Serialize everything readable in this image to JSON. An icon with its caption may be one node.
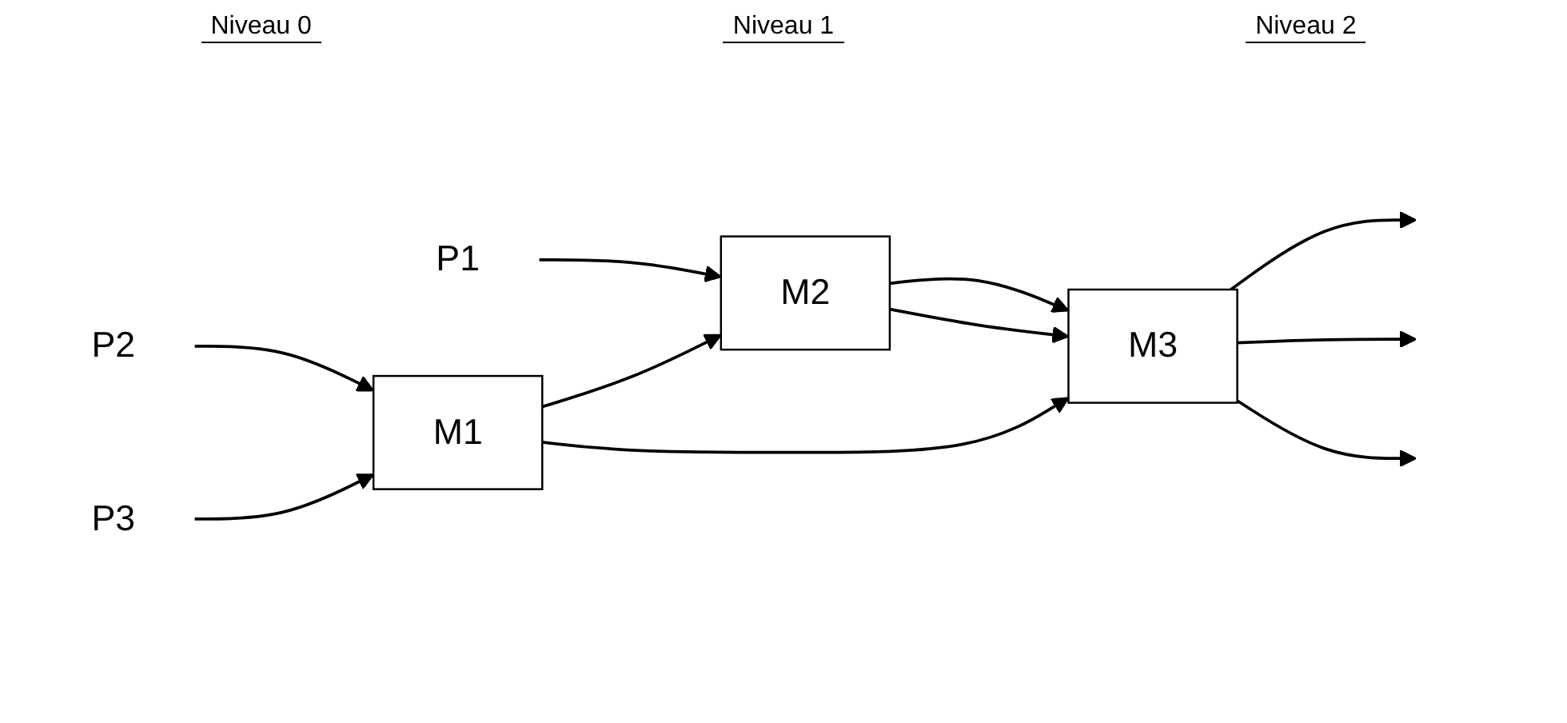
{
  "diagram": {
    "nodes": [
      {
        "text": [
          "P1"
        ]
      },
      {
        "text": [
          "P2"
        ]
      },
      {
        "text": [
          "P3"
        ]
      },
      {
        "text": [
          "M1"
        ]
      },
      {
        "text": [
          "M2"
        ]
      },
      {
        "text": [
          "M3"
        ]
      }
    ],
    "edges": [
      {
        "from": 0,
        "to": 4,
        "arrow": "to"
      },
      {
        "from": 1,
        "to": 3,
        "arrow": "to"
      },
      {
        "from": 2,
        "to": 3,
        "arrow": "to"
      },
      {
        "from": 3,
        "to": 4,
        "arrow": "to"
      },
      {
        "from": 3,
        "to": 5,
        "arrow": "to"
      },
      {
        "from": 4,
        "to": 5,
        "arrow": "to"
      },
      {
        "from": 4,
        "to": 5,
        "arrow": "to"
      },
      {
        "from": 5,
        "to": null,
        "arrow": "to"
      },
      {
        "from": 5,
        "to": null,
        "arrow": "to"
      },
      {
        "from": 5,
        "to": null,
        "arrow": "to"
      }
    ],
    "labels": [
      "Niveau 0",
      "Niveau 1",
      "Niveau 2"
    ]
  }
}
